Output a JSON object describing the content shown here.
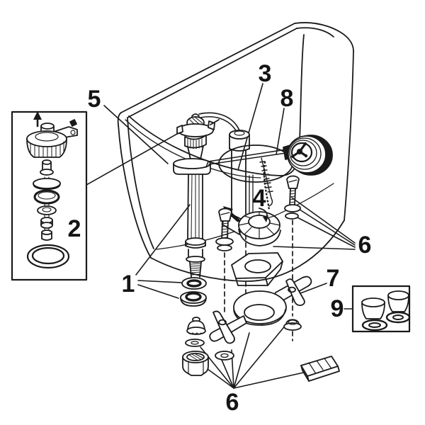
{
  "figure": {
    "kind": "exploded-parts-line-drawing",
    "colors": {
      "ink": "#1a1a1a",
      "background": "#ffffff"
    }
  },
  "callouts": [
    {
      "id": "1",
      "text": "1"
    },
    {
      "id": "2",
      "text": "2"
    },
    {
      "id": "3",
      "text": "3"
    },
    {
      "id": "4",
      "text": "4"
    },
    {
      "id": "5",
      "text": "5"
    },
    {
      "id": "6-right",
      "text": "6"
    },
    {
      "id": "6-bottom",
      "text": "6"
    },
    {
      "id": "7",
      "text": "7"
    },
    {
      "id": "8",
      "text": "8"
    },
    {
      "id": "9",
      "text": "9"
    }
  ]
}
